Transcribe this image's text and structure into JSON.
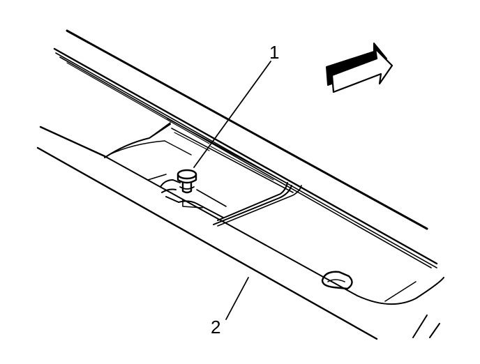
{
  "figure": {
    "callouts": [
      {
        "id": "1",
        "label": "1"
      },
      {
        "id": "2",
        "label": "2"
      }
    ],
    "icons": {
      "direction": "front-direction-arrow-icon",
      "fastener": "bolt-icon"
    },
    "colors": {
      "ink": "#000000",
      "paper": "#ffffff"
    }
  }
}
